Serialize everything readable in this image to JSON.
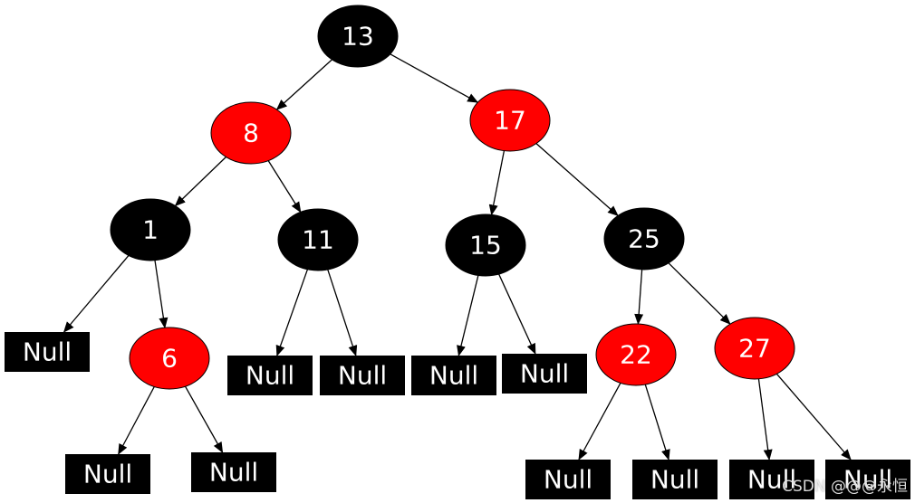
{
  "colors": {
    "red": "#ff0000",
    "black": "#000000",
    "label": "#ffffff",
    "edge": "#000000"
  },
  "nodes": [
    {
      "id": "n13",
      "label": "13",
      "color": "black"
    },
    {
      "id": "n8",
      "label": "8",
      "color": "red"
    },
    {
      "id": "n17",
      "label": "17",
      "color": "red"
    },
    {
      "id": "n1",
      "label": "1",
      "color": "black"
    },
    {
      "id": "n11",
      "label": "11",
      "color": "black"
    },
    {
      "id": "n15",
      "label": "15",
      "color": "black"
    },
    {
      "id": "n25",
      "label": "25",
      "color": "black"
    },
    {
      "id": "n6",
      "label": "6",
      "color": "red"
    },
    {
      "id": "n22",
      "label": "22",
      "color": "red"
    },
    {
      "id": "n27",
      "label": "27",
      "color": "red"
    }
  ],
  "null_label": "Null",
  "nulls": [
    {
      "id": "null1"
    },
    {
      "id": "null2"
    },
    {
      "id": "null3"
    },
    {
      "id": "null4"
    },
    {
      "id": "null5"
    },
    {
      "id": "null6"
    },
    {
      "id": "null7"
    },
    {
      "id": "null8"
    },
    {
      "id": "null9"
    },
    {
      "id": "null10"
    },
    {
      "id": "null11"
    }
  ],
  "edges": [
    {
      "from": "n13",
      "to": "n8"
    },
    {
      "from": "n13",
      "to": "n17"
    },
    {
      "from": "n8",
      "to": "n1"
    },
    {
      "from": "n8",
      "to": "n11"
    },
    {
      "from": "n17",
      "to": "n15"
    },
    {
      "from": "n17",
      "to": "n25"
    },
    {
      "from": "n1",
      "to": "null1"
    },
    {
      "from": "n1",
      "to": "n6"
    },
    {
      "from": "n6",
      "to": "null2"
    },
    {
      "from": "n6",
      "to": "null3"
    },
    {
      "from": "n11",
      "to": "null4"
    },
    {
      "from": "n11",
      "to": "null5"
    },
    {
      "from": "n15",
      "to": "null6"
    },
    {
      "from": "n15",
      "to": "null7"
    },
    {
      "from": "n25",
      "to": "n22"
    },
    {
      "from": "n25",
      "to": "n27"
    },
    {
      "from": "n22",
      "to": "null8"
    },
    {
      "from": "n22",
      "to": "null9"
    },
    {
      "from": "n27",
      "to": "null10"
    },
    {
      "from": "n27",
      "to": "null11"
    }
  ],
  "watermark": "CSDN @@@永恒"
}
